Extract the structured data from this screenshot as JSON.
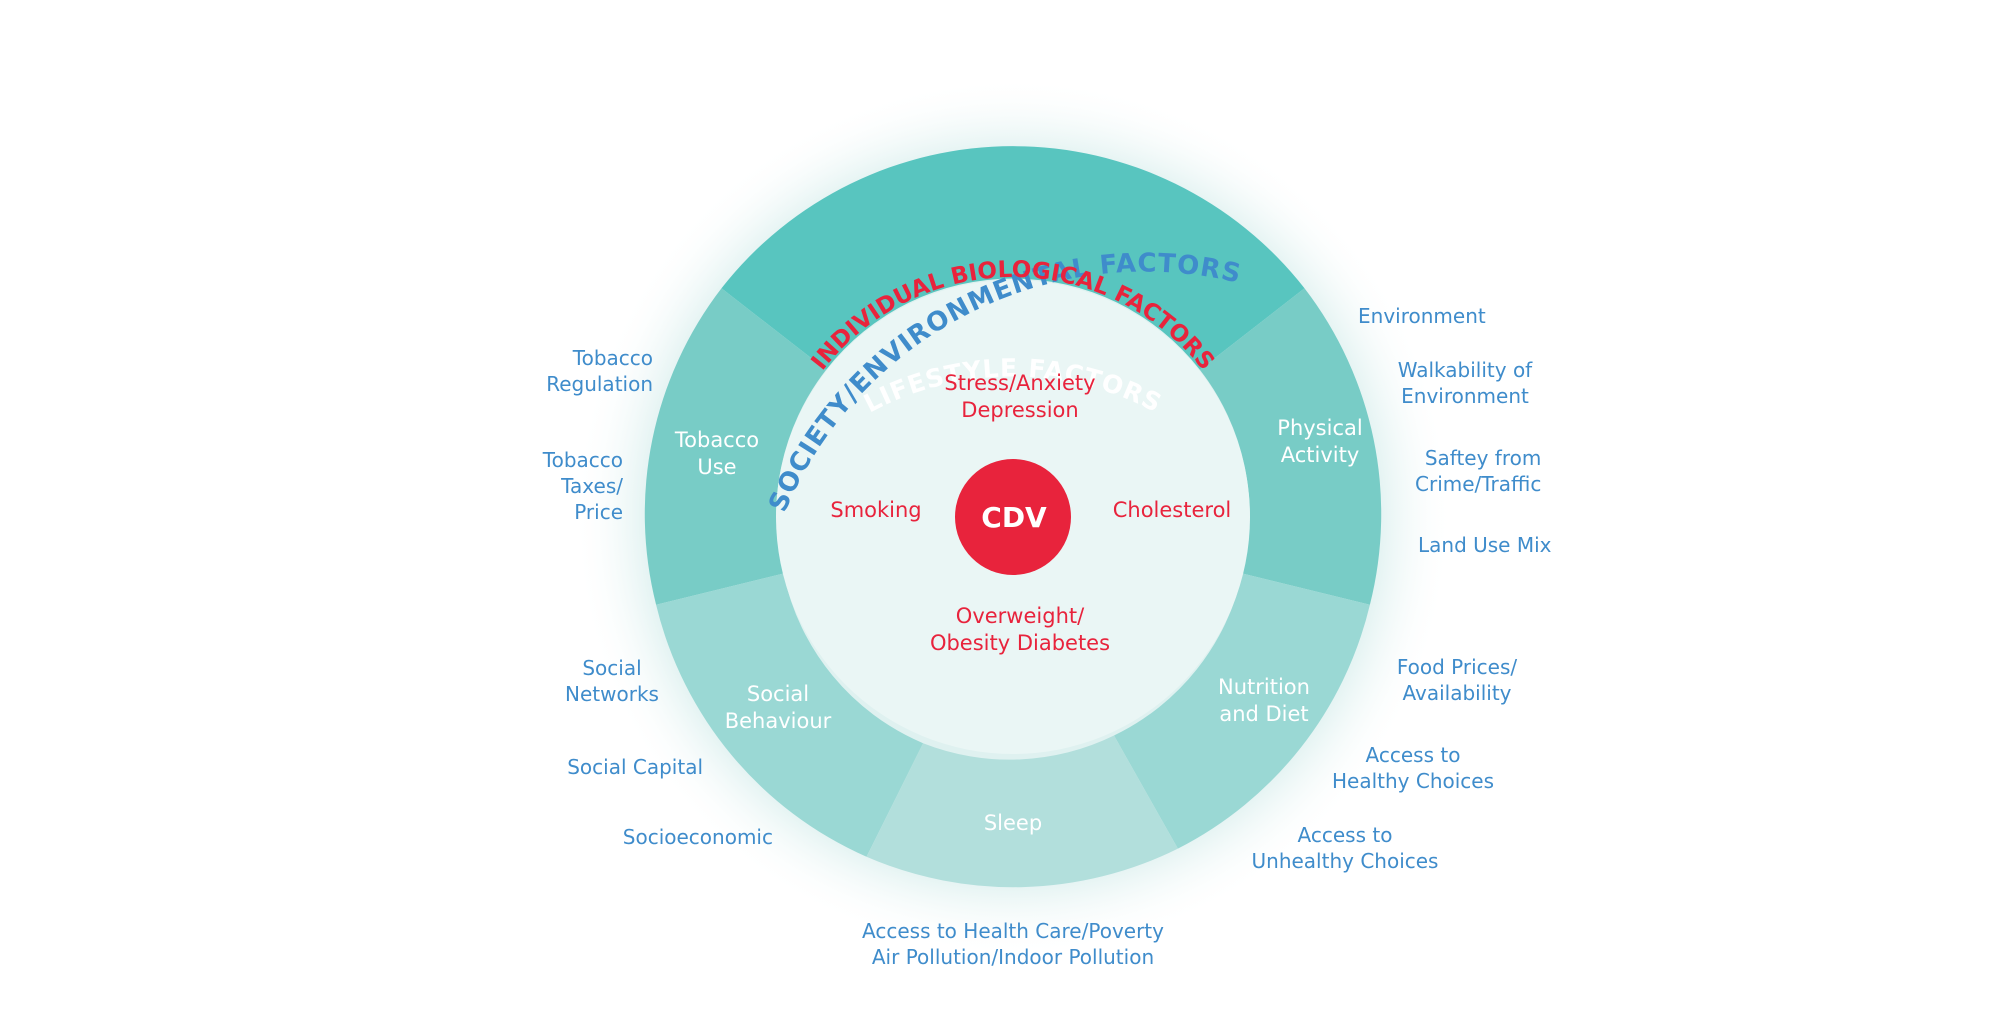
{
  "colors": {
    "outer_blue": "#3f8ccb",
    "lifestyle_teal": "#58c5bf",
    "segment_teal_mid": "#78ccc6",
    "segment_teal_light": "#9ad8d4",
    "segment_teal_lightest": "#b2dfdc",
    "inner_bg": "#eaf6f5",
    "biological_red": "#e8233c",
    "white": "#ffffff"
  },
  "diagram": {
    "society_title": "SOCIETY/ENVIRONMENTAL FACTORS",
    "lifestyle_title": "LIFESTYLE FACTORS",
    "biological_title": "INDIVIDUAL BIOLOGICAL FACTORS",
    "center": "CDV",
    "biological": {
      "top_line1": "Stress/Anxiety",
      "top_line2": "Depression",
      "left": "Smoking",
      "right": "Cholesterol",
      "bottom_line1": "Overweight/",
      "bottom_line2": "Obesity Diabetes"
    },
    "segments": {
      "tobacco_line1": "Tobacco",
      "tobacco_line2": "Use",
      "physical_line1": "Physical",
      "physical_line2": "Activity",
      "social_line1": "Social",
      "social_line2": "Behaviour",
      "nutrition_line1": "Nutrition",
      "nutrition_line2": "and Diet",
      "sleep": "Sleep"
    }
  },
  "outer_labels": {
    "tobacco_regulation": "Tobacco\nRegulation",
    "tobacco_taxes": "Tobacco\nTaxes/\nPrice",
    "social_networks": "Social\nNetworks",
    "social_capital": "Social Capital",
    "socioeconomic": "Socioeconomic",
    "environment": "Environment",
    "walkability": "Walkability of\nEnvironment",
    "safety": "Saftey from\n  Crime/Traffic",
    "land_use": "Land Use Mix",
    "food_prices": "Food Prices/\nAvailability",
    "healthy": "Access to\nHealthy Choices",
    "unhealthy": "Access to\nUnhealthy Choices",
    "health_care": "Access to Health Care/Poverty\nAir Pollution/Indoor Pollution"
  }
}
